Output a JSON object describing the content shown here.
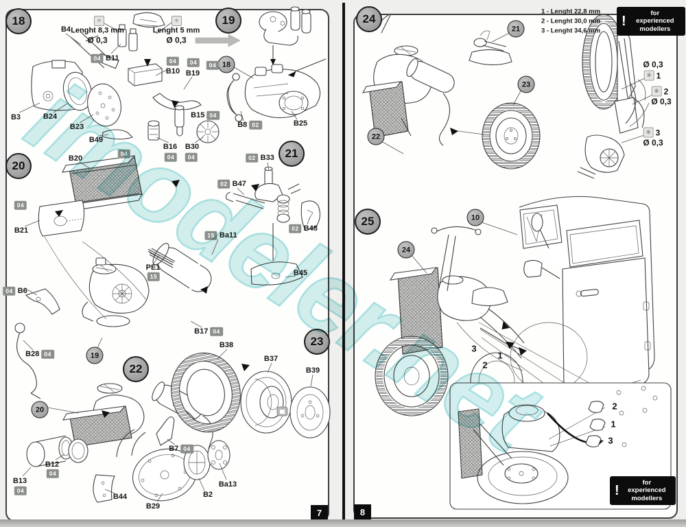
{
  "watermark": "imodeler.net",
  "sprue": {
    "id04": "04",
    "id02": "02",
    "id15": "15",
    "icon": "✳"
  },
  "left": {
    "page_number": "7",
    "steps": {
      "s18": "18",
      "s19": "19",
      "s20": "20",
      "s21": "21",
      "s22": "22",
      "s23": "23"
    },
    "refs": {
      "r18": "18",
      "r19": "19",
      "r20": "20"
    },
    "notes": {
      "len83_line1": "Lenght 8,3 mm",
      "len83_line2": "Ø 0,3",
      "len5_line1": "Lenght 5 mm",
      "len5_line2": "Ø 0,3"
    },
    "parts": {
      "b3": "B3",
      "b4": "B4",
      "b24": "B24",
      "b23": "B23",
      "b49": "B49",
      "b11": "B11",
      "b10": "B10",
      "b19": "B19",
      "b15": "B15",
      "b16": "B16",
      "b30": "B30",
      "b8": "B8",
      "b25": "B25",
      "b20": "B20",
      "b21": "B21",
      "b6": "B6",
      "b28": "B28",
      "b17": "B17",
      "ba11": "Ba11",
      "pe1": "PE1",
      "b33": "B33",
      "b47": "B47",
      "b48": "B48",
      "b45": "B45",
      "b38": "B38",
      "b37": "B37",
      "b39": "B39",
      "b13": "B13",
      "b12": "B12",
      "b44": "B44",
      "b29": "B29",
      "b2": "B2",
      "b7": "B7",
      "ba13": "Ba13"
    }
  },
  "right": {
    "page_number": "8",
    "steps": {
      "s24": "24",
      "s25": "25"
    },
    "refs": {
      "r10": "10",
      "r21": "21",
      "r22": "22",
      "r23": "23",
      "r24": "24"
    },
    "notes": {
      "len1": "1 - Lenght 22,8 mm",
      "len2": "2 - Lenght 30,0 mm",
      "len3": "3 - Lenght 34,6 mm",
      "dia": "Ø 0,3",
      "exp_line1": "for experienced",
      "exp_line2": "modellers",
      "bang": "!",
      "n1": "1",
      "n2": "2",
      "n3": "3"
    }
  }
}
